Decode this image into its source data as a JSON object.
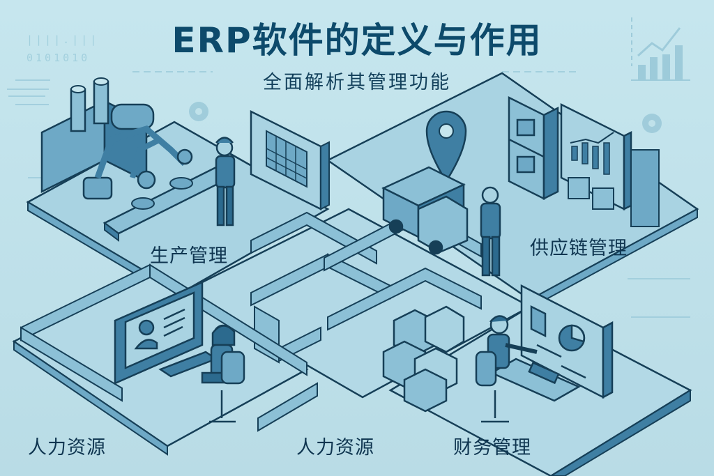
{
  "header": {
    "title": "ERP软件的定义与作用",
    "subtitle": "全面解析其管理功能"
  },
  "modules": [
    {
      "id": "production",
      "label": "生产管理"
    },
    {
      "id": "supply-chain",
      "label": "供应链管理"
    },
    {
      "id": "hr-left",
      "label": "人力资源"
    },
    {
      "id": "hr-center",
      "label": "人力资源"
    },
    {
      "id": "finance",
      "label": "财务管理"
    }
  ],
  "decor": {
    "binary_text": "0101010",
    "icons": [
      "bar-chart-icon",
      "gear-icon",
      "location-pin-icon",
      "pie-chart-icon",
      "user-profile-icon"
    ]
  },
  "colors": {
    "background": "#bfe1ea",
    "title": "#0d4a6b",
    "line": "#163f57",
    "fill_light": "#a9d3e2",
    "fill_mid": "#6ea9c6",
    "fill_dark": "#3f7fa3"
  }
}
